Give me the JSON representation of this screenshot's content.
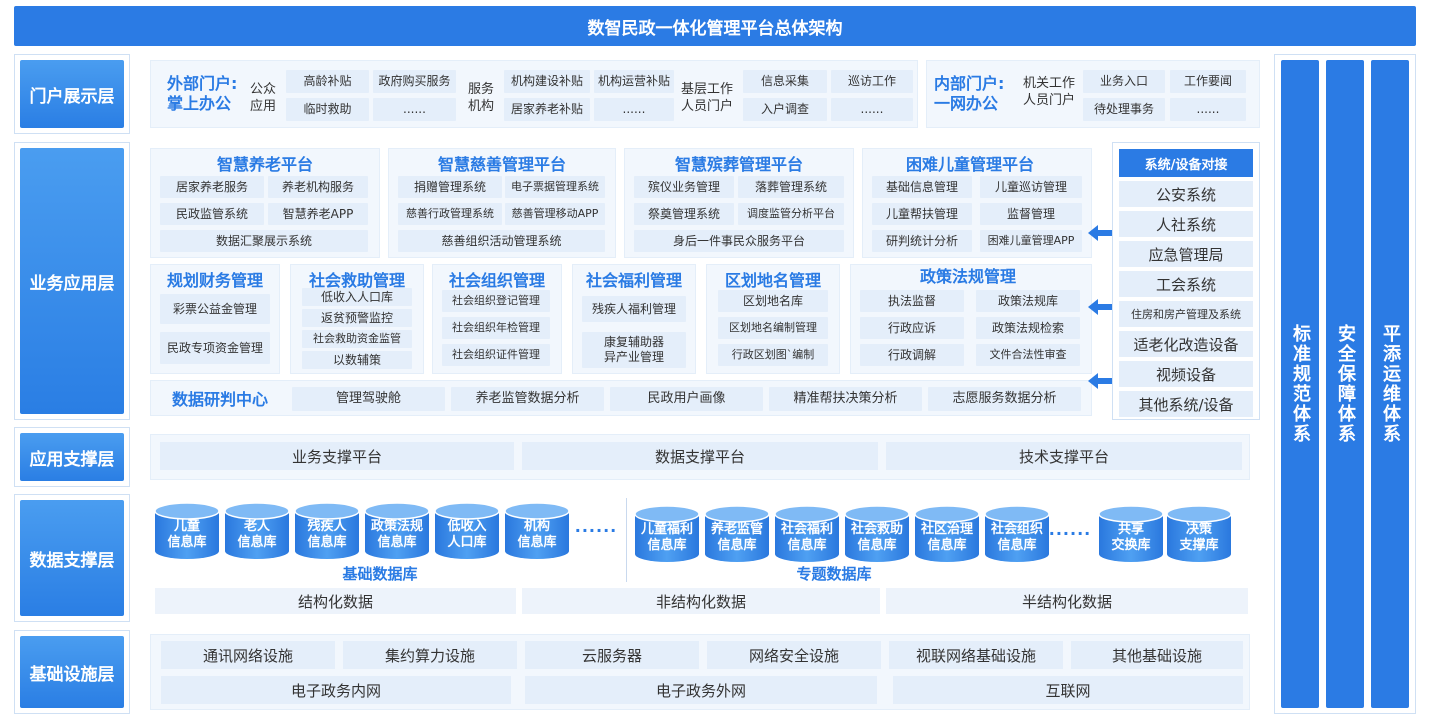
{
  "title": "数智民政一体化管理平台总体架构",
  "layers": {
    "portal": "门户展示层",
    "business": "业务应用层",
    "app_support": "应用支撑层",
    "data_support": "数据支撑层",
    "infrastructure": "基础设施层"
  },
  "portal": {
    "external": {
      "title_line1": "外部门户:",
      "title_line2": "掌上办公"
    },
    "public_app": {
      "line1": "公众",
      "line2": "应用",
      "items": [
        "高龄补贴",
        "政府购买服务",
        "临时救助",
        "......"
      ]
    },
    "service_org": {
      "line1": "服务",
      "line2": "机构",
      "items": [
        "机构建设补贴",
        "机构运营补贴",
        "居家养老补贴",
        "......"
      ]
    },
    "grassroots": {
      "line1": "基层工作",
      "line2": "人员门户",
      "items": [
        "信息采集",
        "巡访工作",
        "入户调查",
        "......"
      ]
    },
    "internal": {
      "title_line1": "内部门户:",
      "title_line2": "一网办公"
    },
    "staff": {
      "line1": "机关工作",
      "line2": "人员门户",
      "items": [
        "业务入口",
        "工作要闻",
        "待处理事务",
        "......"
      ]
    }
  },
  "business": {
    "elderly": {
      "title": "智慧养老平台",
      "items": [
        "居家养老服务",
        "养老机构服务",
        "民政监管系统",
        "智慧养老APP",
        "数据汇聚展示系统"
      ]
    },
    "charity": {
      "title": "智慧慈善管理平台",
      "items": [
        "捐赠管理系统",
        "电子票据管理系统",
        "慈善行政管理系统",
        "慈善管理移动APP",
        "慈善组织活动管理系统"
      ]
    },
    "funeral": {
      "title": "智慧殡葬管理平台",
      "items": [
        "殡仪业务管理",
        "落葬管理系统",
        "祭奠管理系统",
        "调度监管分析平台",
        "身后一件事民众服务平台"
      ]
    },
    "children": {
      "title": "困难儿童管理平台",
      "items": [
        "基础信息管理",
        "儿童巡访管理",
        "儿童帮扶管理",
        "监督管理",
        "研判统计分析",
        "困难儿童管理APP"
      ]
    },
    "finance": {
      "title": "规划财务管理",
      "items": [
        "彩票公益金管理",
        "民政专项资金管理"
      ]
    },
    "relief": {
      "title": "社会救助管理",
      "items": [
        "低收入人口库",
        "返贫预警监控",
        "社会救助资金监管",
        "以数辅策"
      ]
    },
    "social_org": {
      "title": "社会组织管理",
      "items": [
        "社会组织登记管理",
        "社会组织年检管理",
        "社会组织证件管理"
      ]
    },
    "welfare": {
      "title": "社会福利管理",
      "items": [
        "残疾人福利管理",
        "康复辅助器\n异产业管理"
      ]
    },
    "place_name": {
      "title": "区划地名管理",
      "items": [
        "区划地名库",
        "区划地名编制管理",
        "行政区划图`编制"
      ]
    },
    "policy": {
      "title": "政策法规管理",
      "items": [
        "执法监督",
        "政策法规库",
        "行政应诉",
        "政策法规检索",
        "行政调解",
        "文件合法性审查"
      ]
    },
    "data_center": {
      "title": "数据研判中心",
      "items": [
        "管理驾驶舱",
        "养老监管数据分析",
        "民政用户画像",
        "精准帮扶决策分析",
        "志愿服务数据分析"
      ]
    }
  },
  "external_systems": {
    "header": "系统/设备对接",
    "items": [
      "公安系统",
      "人社系统",
      "应急管理局",
      "工会系统",
      "住房和房产管理及系统",
      "适老化改造设备",
      "视频设备",
      "其他系统/设备"
    ]
  },
  "app_support": [
    "业务支撑平台",
    "数据支撑平台",
    "技术支撑平台"
  ],
  "data_support": {
    "basic_dbs": [
      {
        "line1": "儿童",
        "line2": "信息库"
      },
      {
        "line1": "老人",
        "line2": "信息库"
      },
      {
        "line1": "残疾人",
        "line2": "信息库"
      },
      {
        "line1": "政策法规",
        "line2": "信息库"
      },
      {
        "line1": "低收入",
        "line2": "人口库"
      },
      {
        "line1": "机构",
        "line2": "信息库"
      }
    ],
    "basic_label": "基础数据库",
    "special_dbs": [
      {
        "line1": "儿童福利",
        "line2": "信息库"
      },
      {
        "line1": "养老监管",
        "line2": "信息库"
      },
      {
        "line1": "社会福利",
        "line2": "信息库"
      },
      {
        "line1": "社会救助",
        "line2": "信息库"
      },
      {
        "line1": "社区治理",
        "line2": "信息库"
      },
      {
        "line1": "社会组织",
        "line2": "信息库"
      }
    ],
    "special_label": "专题数据库",
    "exchange_dbs": [
      {
        "line1": "共享",
        "line2": "交换库"
      },
      {
        "line1": "决策",
        "line2": "支撑库"
      }
    ],
    "dots": "······",
    "types": [
      "结构化数据",
      "非结构化数据",
      "半结构化数据"
    ]
  },
  "infrastructure": {
    "row1": [
      "通讯网络设施",
      "集约算力设施",
      "云服务器",
      "网络安全设施",
      "视联网络基础设施",
      "其他基础设施"
    ],
    "row2": [
      "电子政务内网",
      "电子政务外网",
      "互联网"
    ]
  },
  "side_systems": [
    "标准规范体系",
    "安全保障体系",
    "平添运维体系"
  ],
  "colors": {
    "primary": "#2b7be4",
    "box": "#e4eefa",
    "panel": "#f2f7fd"
  }
}
